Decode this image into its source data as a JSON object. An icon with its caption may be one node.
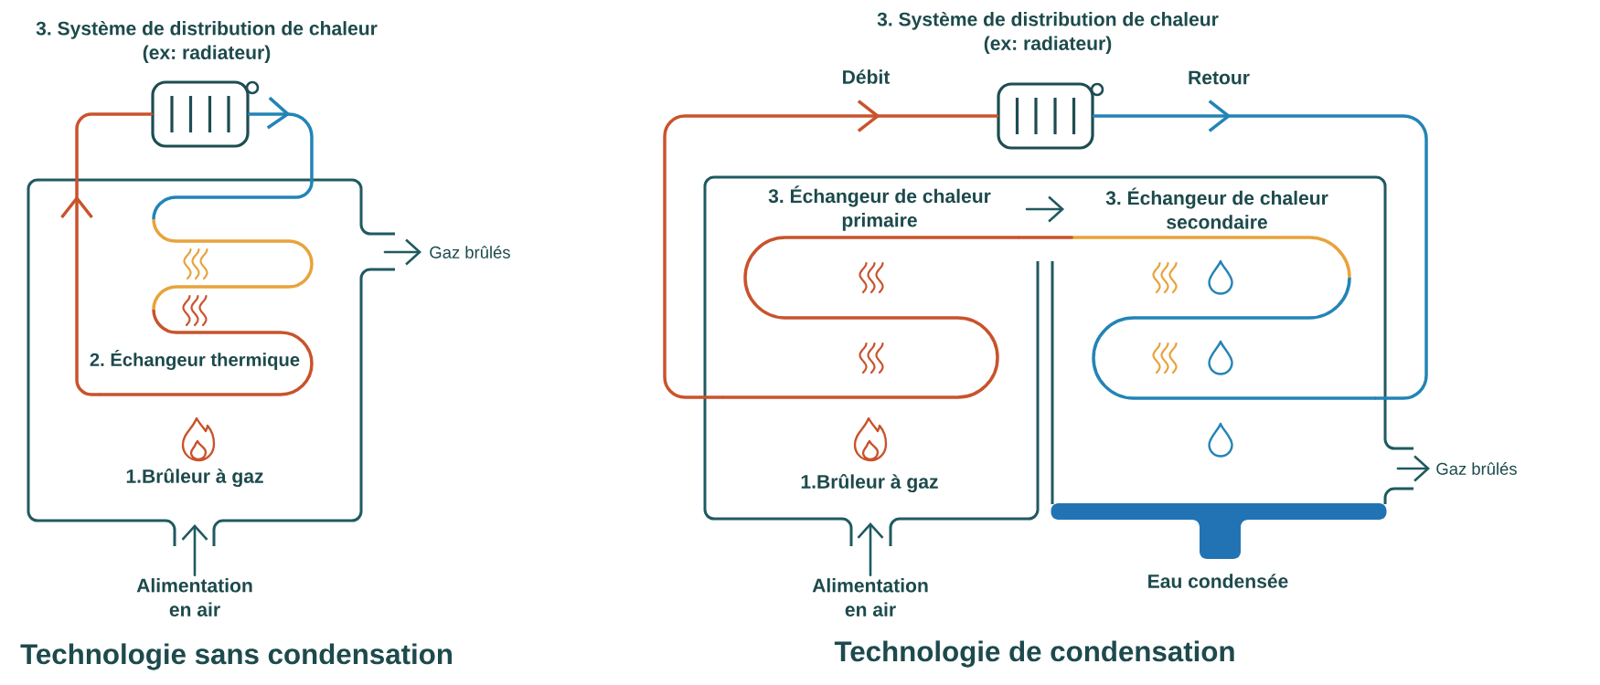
{
  "diagram": {
    "nodes": [
      {
        "text": [
          "3. Système de distribution de chaleur (ex: radiateur)"
        ]
      },
      {
        "text": [],
        "shape": "box"
      },
      {
        "text": [
          "2. Échangeur thermique"
        ],
        "in": 1
      },
      {
        "text": [
          "1.Brûleur à gaz"
        ],
        "in": 1
      },
      {
        "text": [
          "Gaz brûlés"
        ]
      },
      {
        "text": [
          "Alimentation en air"
        ]
      },
      {
        "text": [
          "3. Système de distribution de chaleur (ex: radiateur)"
        ]
      },
      {
        "text": [],
        "shape": "box"
      },
      {
        "text": [
          "3. Échangeur de chaleur primaire"
        ],
        "in": 7
      },
      {
        "text": [
          "3. Échangeur de chaleur secondaire"
        ],
        "in": 7
      },
      {
        "text": [
          "1.Brûleur à gaz"
        ],
        "in": 7
      },
      {
        "text": [
          "Gaz brûlés"
        ]
      },
      {
        "text": [
          "Alimentation en air"
        ]
      }
    ],
    "edges": [
      {
        "from": 2,
        "to": 0,
        "arrow": "to",
        "color": "#c9532c"
      },
      {
        "from": 0,
        "to": 2,
        "arrow": "to",
        "color": "#2384b6"
      },
      {
        "from": 1,
        "to": 4,
        "arrow": "to"
      },
      {
        "from": 5,
        "to": 1,
        "arrow": "to"
      },
      {
        "from": 8,
        "to": 6,
        "arrow": "to",
        "label": "Débit",
        "color": "#c9532c"
      },
      {
        "from": 6,
        "to": 9,
        "arrow": "to",
        "label": "Retour",
        "color": "#2384b6"
      },
      {
        "from": 8,
        "to": 9,
        "arrow": "none",
        "color": "#c9532c"
      },
      {
        "from": 8,
        "to": 9,
        "arrow": "to"
      },
      {
        "from": 7,
        "to": 11,
        "arrow": "to"
      },
      {
        "from": 12,
        "to": 7,
        "arrow": "to"
      }
    ],
    "labels": [
      "Eau condensée",
      "Technologie sans condensation",
      "Technologie de condensation"
    ]
  }
}
